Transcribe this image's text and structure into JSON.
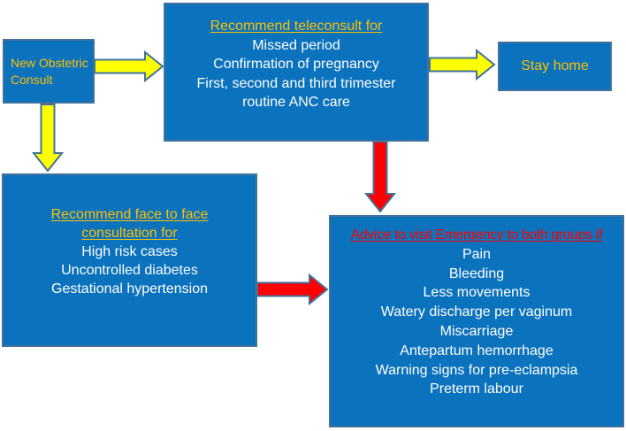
{
  "nodes": {
    "new_obstetric": {
      "label": "New Obstetric Consult"
    },
    "teleconsult": {
      "title": "Recommend teleconsult for",
      "items": [
        "Missed period",
        "Confirmation of pregnancy",
        "First, second and third trimester",
        "routine ANC care"
      ]
    },
    "stay_home": {
      "label": "Stay home"
    },
    "face_to_face": {
      "title_line1": "Recommend face to face",
      "title_line2": "consultation for",
      "items": [
        "High risk cases",
        "Uncontrolled diabetes",
        "Gestational hypertension"
      ]
    },
    "emergency": {
      "title": "Advice to visit Emergency to both groups if",
      "items": [
        "Pain",
        "Bleeding",
        "Less movements",
        "Watery discharge per vaginum",
        "Miscarriage",
        "Antepartum hemorrhage",
        "Warning signs for pre-eclampsia",
        "Preterm labour"
      ]
    }
  },
  "colors": {
    "node_fill": "#0b72bd",
    "node_border": "#41719c",
    "title_gold": "#ffc000",
    "title_red": "#ff0000",
    "body_text": "#ffffff",
    "arrow_yellow": "#ffff00",
    "arrow_red": "#ff0000",
    "arrow_outline": "#41719c"
  }
}
